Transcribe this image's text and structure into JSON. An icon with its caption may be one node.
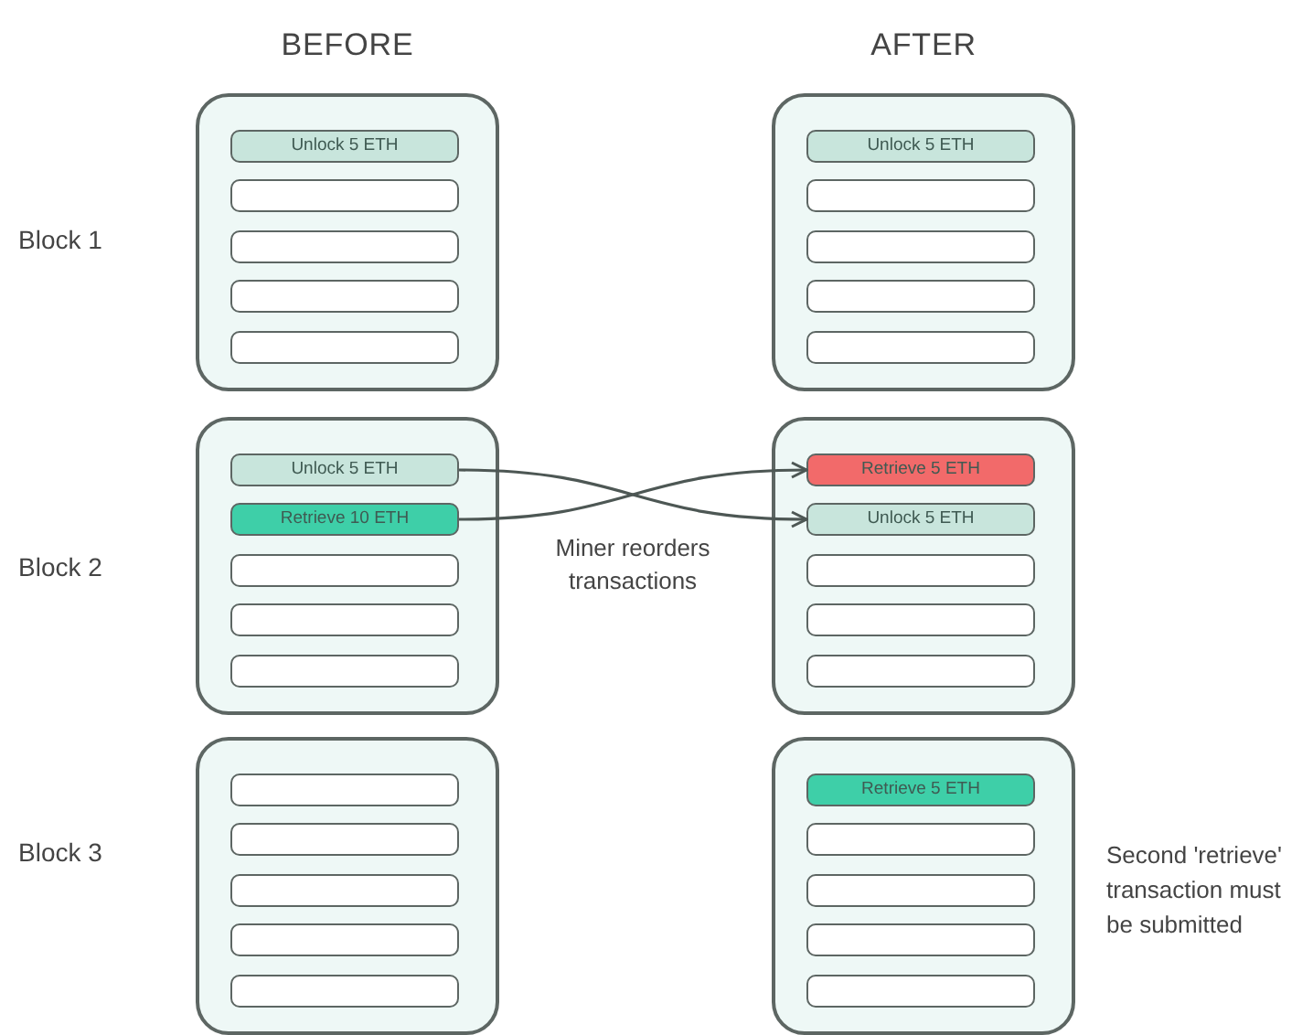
{
  "diagram": {
    "nodes": [
      {
        "text": [],
        "shape": "box"
      },
      {
        "text": [
          "Unlock 5 ETH"
        ],
        "in": 0
      },
      {
        "text": [],
        "shape": "box",
        "in": 0
      },
      {
        "text": [],
        "shape": "box",
        "in": 0
      },
      {
        "text": [],
        "shape": "box",
        "in": 0
      },
      {
        "text": [],
        "shape": "box",
        "in": 0
      },
      {
        "text": [],
        "shape": "box"
      },
      {
        "text": [
          "Unlock 5 ETH"
        ],
        "in": 6
      },
      {
        "text": [],
        "shape": "box",
        "in": 6
      },
      {
        "text": [],
        "shape": "box",
        "in": 6
      },
      {
        "text": [],
        "shape": "box",
        "in": 6
      },
      {
        "text": [],
        "shape": "box",
        "in": 6
      },
      {
        "text": [],
        "shape": "box"
      },
      {
        "text": [
          "Unlock 5 ETH"
        ],
        "in": 12
      },
      {
        "text": [
          "Retrieve 10 ETH"
        ],
        "in": 12
      },
      {
        "text": [],
        "shape": "box",
        "in": 12
      },
      {
        "text": [],
        "shape": "box",
        "in": 12
      },
      {
        "text": [],
        "shape": "box",
        "in": 12
      },
      {
        "text": [],
        "shape": "box"
      },
      {
        "text": [
          "Retrieve 5 ETH"
        ],
        "in": 18
      },
      {
        "text": [
          "Unlock 5 ETH"
        ],
        "in": 18
      },
      {
        "text": [],
        "shape": "box",
        "in": 18
      },
      {
        "text": [],
        "shape": "box",
        "in": 18
      },
      {
        "text": [],
        "shape": "box",
        "in": 18
      },
      {
        "text": [],
        "shape": "box"
      },
      {
        "text": [],
        "shape": "box",
        "in": 24
      },
      {
        "text": [],
        "shape": "box",
        "in": 24
      },
      {
        "text": [],
        "shape": "box",
        "in": 24
      },
      {
        "text": [],
        "shape": "box",
        "in": 24
      },
      {
        "text": [],
        "shape": "box",
        "in": 24
      },
      {
        "text": [],
        "shape": "box",
        "beside": [
          "Second 'retrieve' transaction must be submitted"
        ]
      },
      {
        "text": [
          "Retrieve 5 ETH"
        ],
        "in": 30
      },
      {
        "text": [],
        "shape": "box",
        "in": 30
      },
      {
        "text": [],
        "shape": "box",
        "in": 30
      },
      {
        "text": [],
        "shape": "box",
        "in": 30
      },
      {
        "text": [],
        "shape": "box",
        "in": 30
      }
    ],
    "edges": [
      {
        "from": 13,
        "to": 20,
        "arrow": "to"
      },
      {
        "from": 14,
        "to": 19,
        "arrow": "to"
      }
    ],
    "labels": [
      "BEFORE",
      "AFTER",
      "Block 1",
      "Block 2",
      "Block 3",
      "Miner reorders transactions"
    ]
  }
}
